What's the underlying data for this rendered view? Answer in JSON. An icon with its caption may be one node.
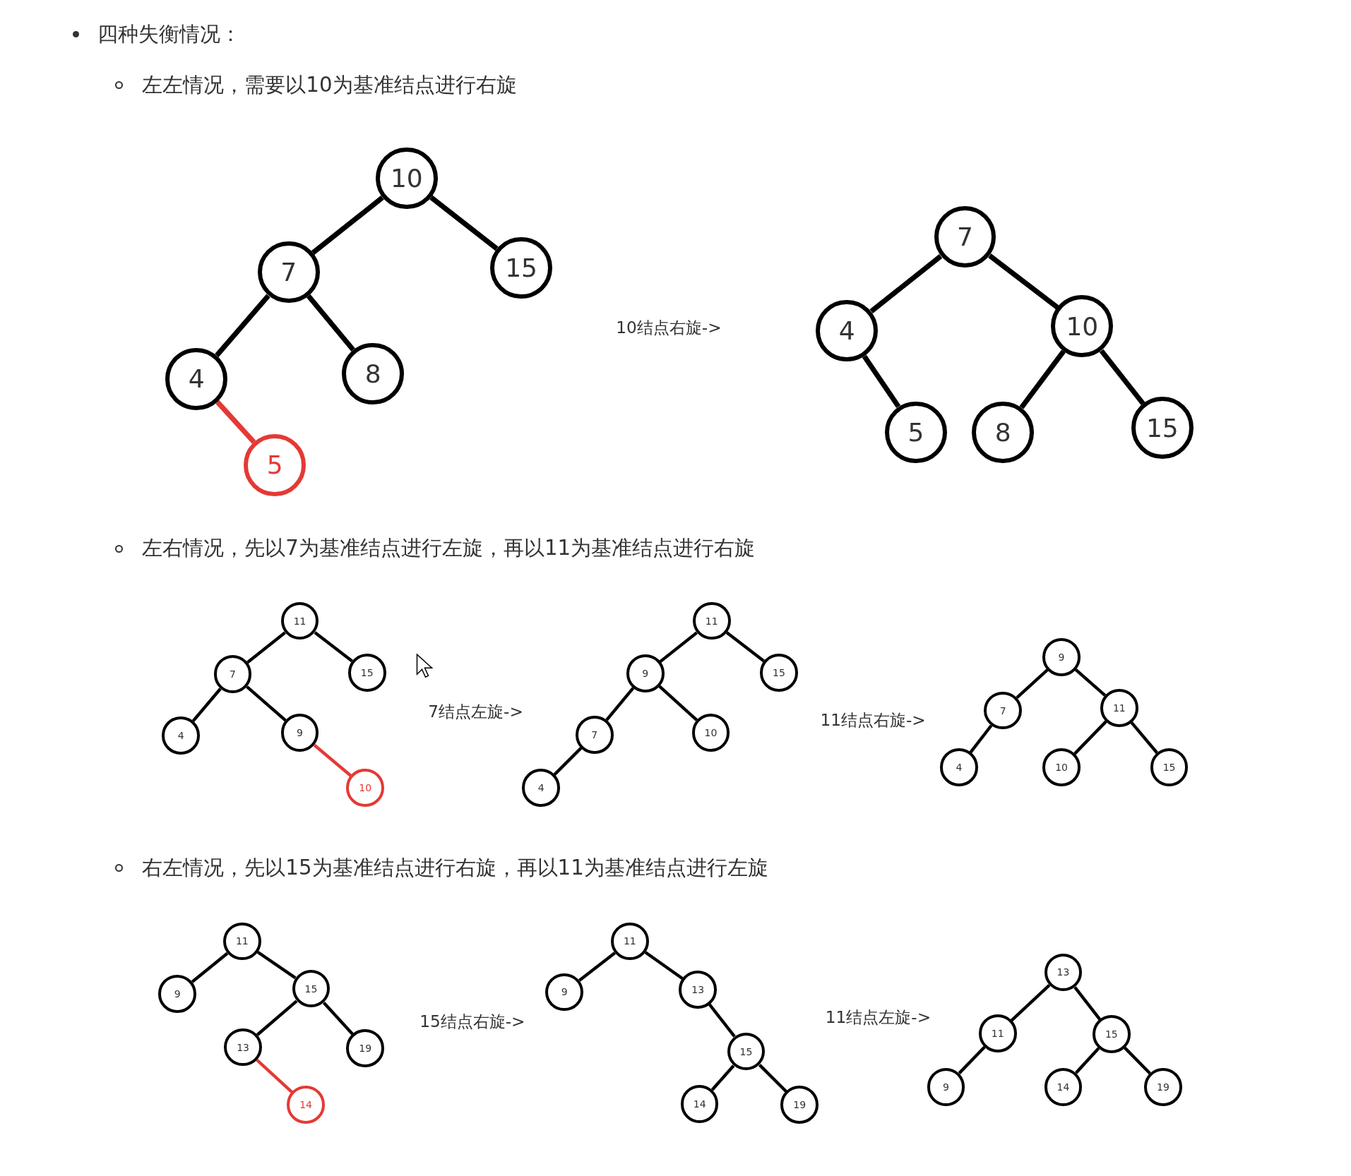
{
  "diagram": {
    "nodes": [
      {
        "text": [
          "10"
        ]
      },
      {
        "text": [
          "7"
        ]
      },
      {
        "text": [
          "15"
        ]
      },
      {
        "text": [
          "4"
        ]
      },
      {
        "text": [
          "8"
        ]
      },
      {
        "text": [
          "5"
        ]
      },
      {
        "text": [
          "7"
        ]
      },
      {
        "text": [
          "4"
        ]
      },
      {
        "text": [
          "10"
        ]
      },
      {
        "text": [
          "5"
        ]
      },
      {
        "text": [
          "8"
        ]
      },
      {
        "text": [
          "15"
        ]
      },
      {
        "text": [
          "11"
        ]
      },
      {
        "text": [
          "7"
        ]
      },
      {
        "text": [
          "15"
        ]
      },
      {
        "text": [
          "4"
        ]
      },
      {
        "text": [
          "9"
        ]
      },
      {
        "text": [
          "10"
        ]
      },
      {
        "text": [
          "11"
        ]
      },
      {
        "text": [
          "9"
        ]
      },
      {
        "text": [
          "15"
        ]
      },
      {
        "text": [
          "7"
        ]
      },
      {
        "text": [
          "10"
        ]
      },
      {
        "text": [
          "4"
        ]
      },
      {
        "text": [
          "9"
        ]
      },
      {
        "text": [
          "7"
        ]
      },
      {
        "text": [
          "11"
        ]
      },
      {
        "text": [
          "4"
        ]
      },
      {
        "text": [
          "10"
        ]
      },
      {
        "text": [
          "15"
        ]
      },
      {
        "text": [
          "11"
        ]
      },
      {
        "text": [
          "9"
        ]
      },
      {
        "text": [
          "15"
        ]
      },
      {
        "text": [
          "13"
        ]
      },
      {
        "text": [
          "19"
        ]
      },
      {
        "text": [
          "14"
        ]
      },
      {
        "text": [
          "11"
        ]
      },
      {
        "text": [
          "9"
        ]
      },
      {
        "text": [
          "13"
        ]
      },
      {
        "text": [
          "15"
        ]
      },
      {
        "text": [
          "14"
        ]
      },
      {
        "text": [
          "19"
        ]
      },
      {
        "text": [
          "13"
        ]
      },
      {
        "text": [
          "11"
        ]
      },
      {
        "text": [
          "15"
        ]
      },
      {
        "text": [
          "9"
        ]
      },
      {
        "text": [
          "14"
        ]
      },
      {
        "text": [
          "19"
        ]
      }
    ],
    "edges": [
      {
        "from": 0,
        "to": 1,
        "arrow": "none"
      },
      {
        "from": 0,
        "to": 2,
        "arrow": "none"
      },
      {
        "from": 1,
        "to": 3,
        "arrow": "none"
      },
      {
        "from": 1,
        "to": 4,
        "arrow": "none"
      },
      {
        "from": 3,
        "to": 5,
        "arrow": "none",
        "color": "#e53935"
      },
      {
        "from": 6,
        "to": 7,
        "arrow": "none"
      },
      {
        "from": 6,
        "to": 8,
        "arrow": "none"
      },
      {
        "from": 7,
        "to": 9,
        "arrow": "none"
      },
      {
        "from": 8,
        "to": 10,
        "arrow": "none"
      },
      {
        "from": 8,
        "to": 11,
        "arrow": "none"
      },
      {
        "from": 12,
        "to": 13,
        "arrow": "none"
      },
      {
        "from": 12,
        "to": 14,
        "arrow": "none"
      },
      {
        "from": 13,
        "to": 15,
        "arrow": "none"
      },
      {
        "from": 13,
        "to": 16,
        "arrow": "none"
      },
      {
        "from": 16,
        "to": 17,
        "arrow": "none",
        "color": "#e53935"
      },
      {
        "from": 18,
        "to": 19,
        "arrow": "none"
      },
      {
        "from": 18,
        "to": 20,
        "arrow": "none"
      },
      {
        "from": 19,
        "to": 21,
        "arrow": "none"
      },
      {
        "from": 19,
        "to": 22,
        "arrow": "none"
      },
      {
        "from": 21,
        "to": 23,
        "arrow": "none"
      },
      {
        "from": 24,
        "to": 25,
        "arrow": "none"
      },
      {
        "from": 24,
        "to": 26,
        "arrow": "none"
      },
      {
        "from": 25,
        "to": 27,
        "arrow": "none"
      },
      {
        "from": 26,
        "to": 28,
        "arrow": "none"
      },
      {
        "from": 26,
        "to": 29,
        "arrow": "none"
      },
      {
        "from": 30,
        "to": 31,
        "arrow": "none"
      },
      {
        "from": 30,
        "to": 32,
        "arrow": "none"
      },
      {
        "from": 32,
        "to": 33,
        "arrow": "none"
      },
      {
        "from": 32,
        "to": 34,
        "arrow": "none"
      },
      {
        "from": 33,
        "to": 35,
        "arrow": "none",
        "color": "#e53935"
      },
      {
        "from": 36,
        "to": 37,
        "arrow": "none"
      },
      {
        "from": 36,
        "to": 38,
        "arrow": "none"
      },
      {
        "from": 38,
        "to": 39,
        "arrow": "none"
      },
      {
        "from": 39,
        "to": 40,
        "arrow": "none"
      },
      {
        "from": 39,
        "to": 41,
        "arrow": "none"
      },
      {
        "from": 42,
        "to": 43,
        "arrow": "none"
      },
      {
        "from": 42,
        "to": 44,
        "arrow": "none"
      },
      {
        "from": 43,
        "to": 45,
        "arrow": "none"
      },
      {
        "from": 44,
        "to": 46,
        "arrow": "none"
      },
      {
        "from": 44,
        "to": 47,
        "arrow": "none"
      }
    ],
    "labels": [
      "四种失衡情况：",
      "左左情况，需要以10为基准结点进行右旋",
      "10结点右旋->",
      "左右情况，先以7为基准结点进行左旋，再以11为基准结点进行右旋",
      "7结点左旋->",
      "11结点右旋->",
      "右左情况，先以15为基准结点进行右旋，再以11为基准结点进行左旋",
      "15结点右旋->",
      "11结点左旋->"
    ]
  }
}
